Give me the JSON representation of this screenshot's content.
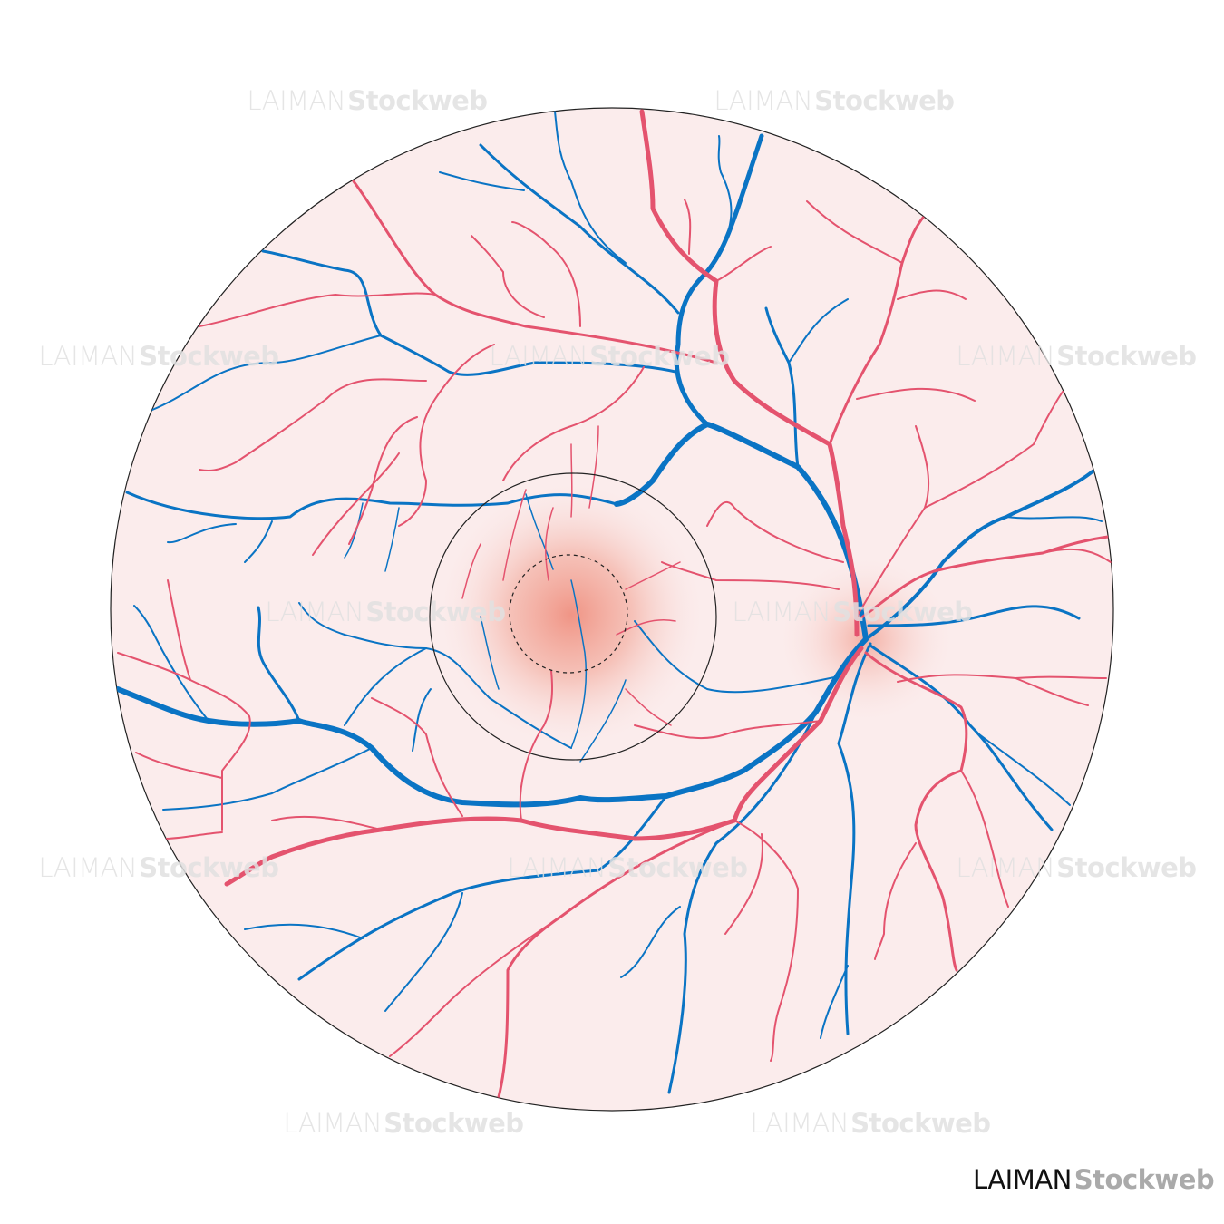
{
  "illustration": {
    "subject": "retina-fundus",
    "colors": {
      "background": "#fbecec",
      "artery": "#e4536e",
      "vein": "#0a74c4",
      "macula": "#ef9080",
      "outline": "#222222"
    }
  },
  "watermark": {
    "brand": "LAIMAN",
    "product": "Stockweb"
  },
  "logo": {
    "brand": "LAIMAN",
    "product": "Stockweb"
  }
}
